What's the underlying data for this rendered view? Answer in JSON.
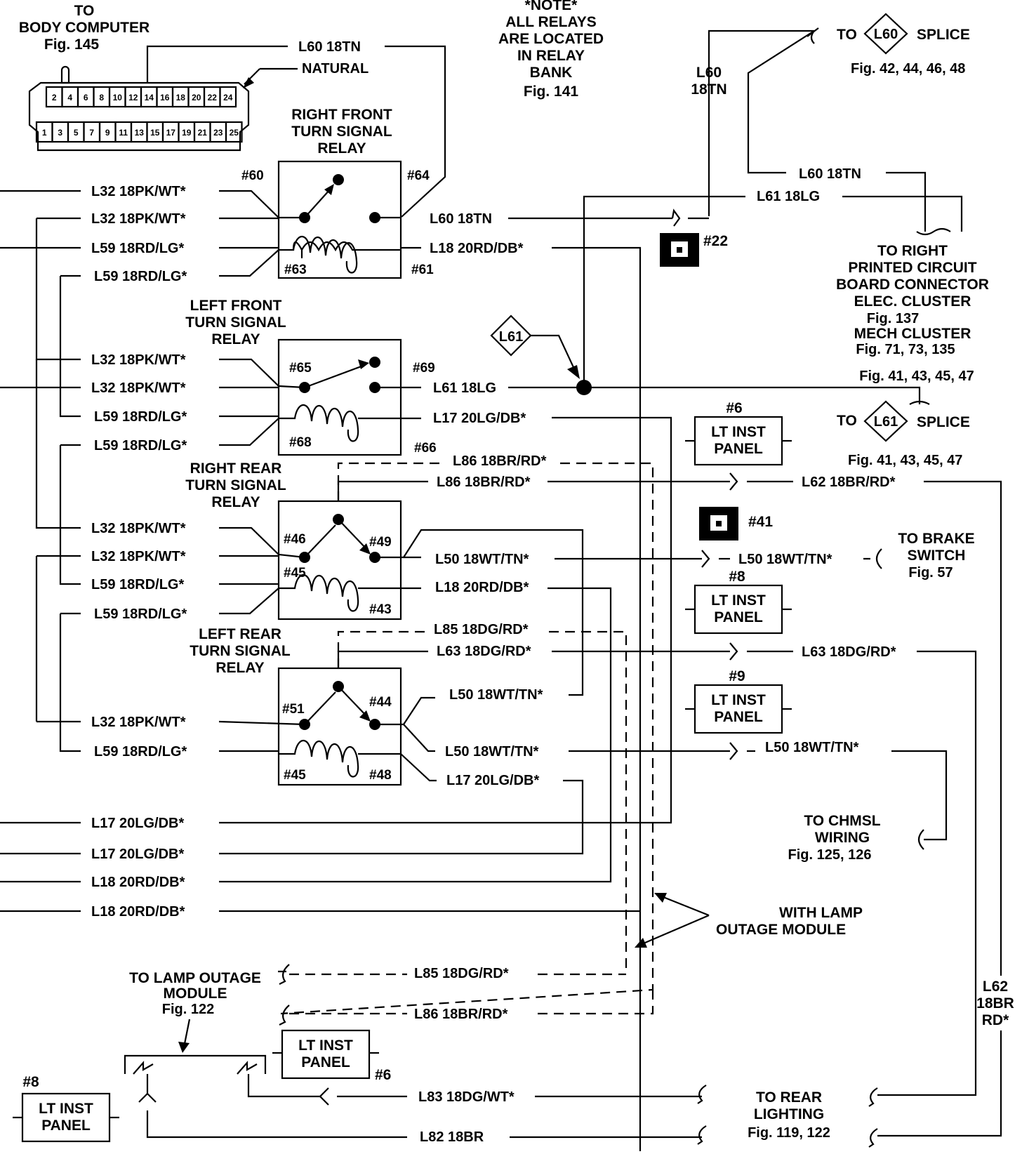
{
  "notes": {
    "body_computer": [
      "TO",
      "BODY COMPUTER",
      "Fig. 145"
    ],
    "natural": "NATURAL",
    "relay_note": [
      "*NOTE*",
      "ALL RELAYS",
      "ARE LOCATED",
      "IN RELAY",
      "BANK",
      "Fig. 141"
    ],
    "connector_pins_top": [
      "2",
      "4",
      "6",
      "8",
      "10",
      "12",
      "14",
      "16",
      "18",
      "20",
      "22",
      "24"
    ],
    "connector_pins_bottom": [
      "1",
      "3",
      "5",
      "7",
      "9",
      "11",
      "13",
      "15",
      "17",
      "19",
      "21",
      "23",
      "25"
    ]
  },
  "relays": {
    "rf": [
      "RIGHT FRONT",
      "TURN SIGNAL",
      "RELAY"
    ],
    "lf": [
      "LEFT FRONT",
      "TURN SIGNAL",
      "RELAY"
    ],
    "rr": [
      "RIGHT REAR",
      "TURN SIGNAL",
      "RELAY"
    ],
    "lr": [
      "LEFT REAR",
      "TURN SIGNAL",
      "RELAY"
    ]
  },
  "pins": {
    "p60": "#60",
    "p64": "#64",
    "p63": "#63",
    "p61": "#61",
    "p65": "#65",
    "p69": "#69",
    "p68": "#68",
    "p66": "#66",
    "p46": "#46",
    "p49": "#49",
    "p45a": "#45",
    "p43": "#43",
    "p51": "#51",
    "p44": "#44",
    "p45b": "#45",
    "p48": "#48"
  },
  "wires": {
    "l60_top": "L60 18TN",
    "l60_vert": [
      "L60",
      "18TN"
    ],
    "l60_right": "L60 18TN",
    "l61_right": "L61 18LG",
    "l32_1": "L32 18PK/WT*",
    "l60_rf": "L60 18TN",
    "l32_2": "L32 18PK/WT*",
    "l59_1": "L59 18RD/LG*",
    "l18_rf": "L18 20RD/DB*",
    "l59_2": "L59 18RD/LG*",
    "l32_3": "L32 18PK/WT*",
    "l32_4": "L32 18PK/WT*",
    "l61_lf": "L61 18LG",
    "l59_3": "L59 18RD/LG*",
    "l17_lf": "L17 20LG/DB*",
    "l59_4": "L59 18RD/LG*",
    "l86_dash": "L86 18BR/RD*",
    "l86_solid": "L86 18BR/RD*",
    "l62_right": "L62 18BR/RD*",
    "l32_5": "L32 18PK/WT*",
    "l32_6": "L32 18PK/WT*",
    "l50_rr": "L50 18WT/TN*",
    "l50_right1": "L50 18WT/TN*",
    "l59_5": "L59 18RD/LG*",
    "l18_rr": "L18 20RD/DB*",
    "l59_6": "L59 18RD/LG*",
    "l85_dash": "L85 18DG/RD*",
    "l63_lr": "L63 18DG/RD*",
    "l63_right": "L63 18DG/RD*",
    "l50_lr1": "L50 18WT/TN*",
    "l32_7": "L32 18PK/WT*",
    "l59_7": "L59 18RD/LG*",
    "l50_lr2": "L50 18WT/TN*",
    "l50_right2": "L50 18WT/TN*",
    "l17_lr": "L17 20LG/DB*",
    "l17_a": "L17 20LG/DB*",
    "l17_b": "L17 20LG/DB*",
    "l18_a": "L18 20RD/DB*",
    "l18_b": "L18 20RD/DB*",
    "l85_lom": "L85 18DG/RD*",
    "l86_lom": "L86 18BR/RD*",
    "l83": "L83 18DG/WT*",
    "l82": "L82 18BR",
    "l62_vert": [
      "L62",
      "18BR",
      "RD*"
    ]
  },
  "splices": {
    "l60_to": "TO",
    "l60_diamond": "L60",
    "l60_splice": "SPLICE",
    "l60_figs": "Fig. 42, 44, 46, 48",
    "l61_to": "TO",
    "l61_diamond": "L61",
    "l61_splice": "SPLICE",
    "l61_figs": "Fig. 41, 43, 45, 47",
    "l61_diamond_left": "L61"
  },
  "destinations": {
    "pcb": [
      "TO RIGHT",
      "PRINTED CIRCUIT",
      "BOARD CONNECTOR",
      "ELEC. CLUSTER",
      "Fig. 137",
      "MECH CLUSTER",
      "Fig. 71, 73, 135"
    ],
    "pcb_figs2": "Fig. 41, 43, 45, 47",
    "brake": [
      "TO BRAKE",
      "SWITCH",
      "Fig. 57"
    ],
    "chmsl": [
      "TO CHMSL",
      "WIRING",
      "Fig. 125, 126"
    ],
    "lamp_outage_mod": [
      "WITH LAMP",
      "OUTAGE MODULE"
    ],
    "lamp_outage_to": [
      "TO LAMP OUTAGE",
      "MODULE",
      "Fig. 122"
    ],
    "rear_lighting": [
      "TO REAR",
      "LIGHTING",
      "Fig. 119, 122"
    ]
  },
  "grounds": {
    "g22": "#22",
    "g41": "#41"
  },
  "panels": {
    "p6a_num": "#6",
    "p6a": [
      "LT INST",
      "PANEL"
    ],
    "p8a_num": "#8",
    "p8a": [
      "LT INST",
      "PANEL"
    ],
    "p9_num": "#9",
    "p9": [
      "LT INST",
      "PANEL"
    ],
    "p6b_num": "#6",
    "p6b": [
      "LT INST",
      "PANEL"
    ],
    "p8b_num": "#8",
    "p8b": [
      "LT INST",
      "PANEL"
    ]
  }
}
